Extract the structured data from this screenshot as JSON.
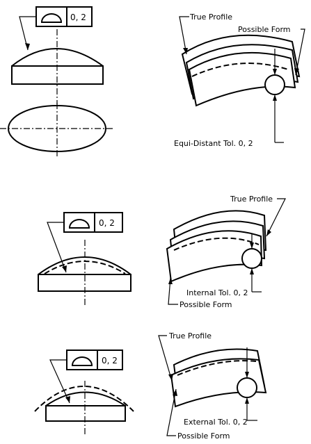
{
  "tolerance_value": "0, 2",
  "labels": {
    "true_profile": "True Profile",
    "possible_form": "Possible Form",
    "equi_distant": "Equi-Distant Tol. 0, 2",
    "internal": "Internal Tol. 0, 2",
    "external": "External Tol. 0, 2"
  }
}
